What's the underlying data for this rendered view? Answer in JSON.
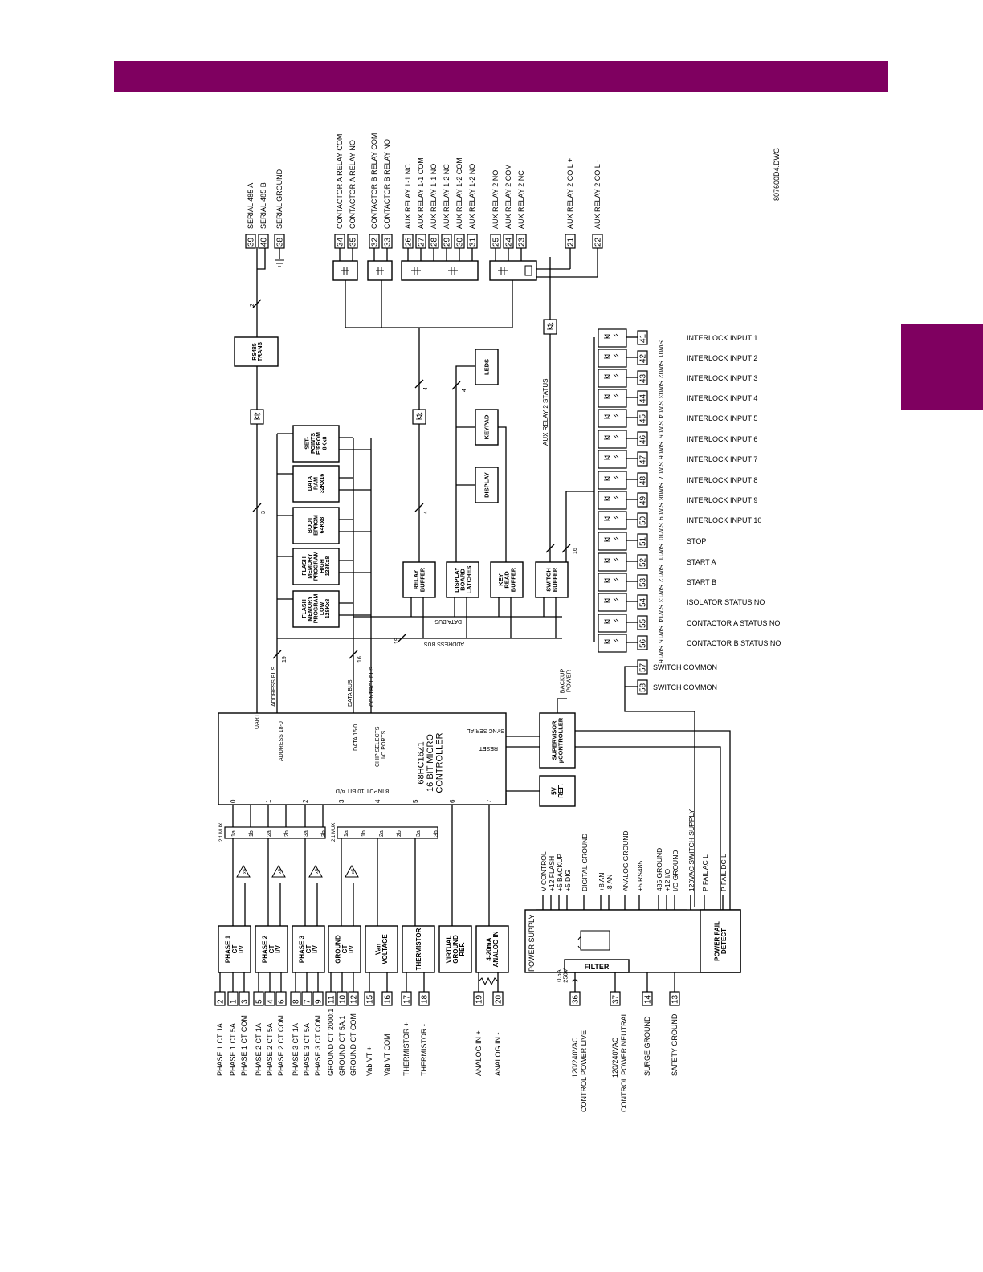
{
  "page": {
    "accent_color": "#7f0060"
  },
  "diagram": {
    "drawing_id": "807600D4.DWG",
    "controller_label": [
      "68HC16Z1",
      "16 BIT MICRO",
      "CONTROLLER"
    ],
    "ad_label": "8 INPUT 10 BIT A/D",
    "ad_channels": [
      "0",
      "1",
      "2",
      "3",
      "4",
      "5",
      "6",
      "7"
    ],
    "controller_pins": [
      "UART",
      "ADDRESS 18-0",
      "DATA 15-0",
      "CHIP SELECTS I/O PORTS",
      "RESET",
      "SYNC SERIAL"
    ],
    "buses": [
      {
        "label": "ADDRESS BUS",
        "width": "19"
      },
      {
        "label": "DATA BUS",
        "width": "16"
      },
      {
        "label": "CONTROL BUS",
        "width": ""
      }
    ],
    "bus_bundle_labels": [
      "DATA BUS",
      "ADDRESS BUS"
    ],
    "memory_blocks": [
      {
        "label": "FLASH MEMORY PROGRAM LOW 128Kx8"
      },
      {
        "label": "FLASH MEMORY PROGRAM HIGH 128Kx8"
      },
      {
        "label": "BOOT EPROM 64Kx8"
      },
      {
        "label": "DATA RAM 32Kx16"
      },
      {
        "label": "SET-POINTS E²PROM 8Kx8"
      }
    ],
    "buffer_blocks": [
      {
        "label": "RELAY BUFFER"
      },
      {
        "label": "DISPLAY BOARD LATCHES"
      },
      {
        "label": "KEY READ BUFFER"
      },
      {
        "label": "SWITCH BUFFER"
      }
    ],
    "ui_blocks": [
      "DISPLAY",
      "KEYPAD",
      "LEDS"
    ],
    "rs485_block": "RS485 TRANS",
    "supervisor_block": "SUPERVISOR µCONTROLLER",
    "ref_block": "5V REF.",
    "backup_power": "BACKUP POWER",
    "aux_status": "AUX RELAY 2 STATUS",
    "bus_counts": {
      "serial": "2",
      "uart": "3",
      "relay": "4",
      "leds": "4",
      "switch": "16",
      "address": "19",
      "data": "16"
    },
    "power_supply": "POWER SUPPLY",
    "power_fail": "POWER FAIL DETECT",
    "filter": "FILTER",
    "fuse": "0.5A 250V",
    "supply_outputs": [
      "V CONTROL",
      "+12 FLASH",
      "+5 BACKUP",
      "+5 DIG",
      "DIGITAL GROUND",
      "+8 AN",
      "-8 AN",
      "ANALOG GROUND",
      "+5 RS485",
      "485 GROUND",
      "+12 I/O",
      "I/O GROUND",
      "120VAC SWITCH SUPPLY",
      "P FAIL AC L",
      "P FAIL DC L"
    ],
    "input_blocks": [
      {
        "label": "PHASE 1 CT I/V"
      },
      {
        "label": "PHASE 2 CT I/V"
      },
      {
        "label": "PHASE 3 CT I/V"
      },
      {
        "label": "GROUND CT I/V"
      },
      {
        "label": "Van VOLTAGE"
      },
      {
        "label": "THERMISTOR"
      },
      {
        "label": "VIRTUAL GROUND REF."
      },
      {
        "label": "4-20mA ANALOG IN"
      }
    ],
    "mux_label": "2:1 MUX",
    "mux1_pins": [
      "1a",
      "1b",
      "2a",
      "2b",
      "3a",
      "3b"
    ],
    "mux2_pins": [
      "1a",
      "1b",
      "2a",
      "2b",
      "3a",
      "3b"
    ],
    "bottom_terminals": [
      {
        "num": "2",
        "label": "PHASE 1 CT 1A"
      },
      {
        "num": "1",
        "label": "PHASE 1 CT 5A"
      },
      {
        "num": "3",
        "label": "PHASE 1 CT COM"
      },
      {
        "num": "5",
        "label": "PHASE 2 CT 1A"
      },
      {
        "num": "4",
        "label": "PHASE 2 CT 5A"
      },
      {
        "num": "6",
        "label": "PHASE 2 CT COM"
      },
      {
        "num": "8",
        "label": "PHASE 3 CT 1A"
      },
      {
        "num": "7",
        "label": "PHASE 3 CT 5A"
      },
      {
        "num": "9",
        "label": "PHASE 3 CT COM"
      },
      {
        "num": "11",
        "label": "GROUND CT 2000:1"
      },
      {
        "num": "10",
        "label": "GROUND CT 5A:1"
      },
      {
        "num": "12",
        "label": "GROUND CT COM"
      },
      {
        "num": "15",
        "label": "Vab VT +"
      },
      {
        "num": "16",
        "label": "Vab VT COM"
      },
      {
        "num": "17",
        "label": "THERMISTOR +"
      },
      {
        "num": "18",
        "label": "THERMISTOR -"
      },
      {
        "num": "19",
        "label": "ANALOG IN +"
      },
      {
        "num": "20",
        "label": "ANALOG IN -"
      },
      {
        "num": "36",
        "label": "120/240VAC CONTROL POWER LIVE"
      },
      {
        "num": "37",
        "label": "120/240VAC CONTROL POWER NEUTRAL"
      },
      {
        "num": "14",
        "label": "SURGE GROUND"
      },
      {
        "num": "13",
        "label": "SAFETY GROUND"
      }
    ],
    "top_terminals": [
      {
        "num": "39",
        "label": "SERIAL 485 A"
      },
      {
        "num": "40",
        "label": "SERIAL 485 B"
      },
      {
        "num": "38",
        "label": "SERIAL GROUND"
      },
      {
        "num": "34",
        "label": "CONTACTOR A RELAY COM"
      },
      {
        "num": "35",
        "label": "CONTACTOR A RELAY NO"
      },
      {
        "num": "32",
        "label": "CONTACTOR B RELAY COM"
      },
      {
        "num": "33",
        "label": "CONTACTOR B RELAY NO"
      },
      {
        "num": "26",
        "label": "AUX RELAY 1-1 NC"
      },
      {
        "num": "27",
        "label": "AUX RELAY 1-1 COM"
      },
      {
        "num": "28",
        "label": "AUX RELAY 1-1 NO"
      },
      {
        "num": "29",
        "label": "AUX RELAY 1-2 NC"
      },
      {
        "num": "30",
        "label": "AUX RELAY 1-2 COM"
      },
      {
        "num": "31",
        "label": "AUX RELAY 1-2 NO"
      },
      {
        "num": "25",
        "label": "AUX RELAY 2 NO"
      },
      {
        "num": "24",
        "label": "AUX RELAY 2 COM"
      },
      {
        "num": "23",
        "label": "AUX RELAY 2 NC"
      },
      {
        "num": "21",
        "label": "AUX RELAY 2 COIL +"
      },
      {
        "num": "22",
        "label": "AUX RELAY 2 COIL -"
      }
    ],
    "switch_inputs": [
      {
        "num": "41",
        "sw": "SW01",
        "label": "INTERLOCK INPUT 1"
      },
      {
        "num": "42",
        "sw": "SW02",
        "label": "INTERLOCK INPUT 2"
      },
      {
        "num": "43",
        "sw": "SW03",
        "label": "INTERLOCK INPUT 3"
      },
      {
        "num": "44",
        "sw": "SW04",
        "label": "INTERLOCK INPUT 4"
      },
      {
        "num": "45",
        "sw": "SW05",
        "label": "INTERLOCK INPUT 5"
      },
      {
        "num": "46",
        "sw": "SW06",
        "label": "INTERLOCK INPUT 6"
      },
      {
        "num": "47",
        "sw": "SW07",
        "label": "INTERLOCK INPUT 7"
      },
      {
        "num": "48",
        "sw": "SW08",
        "label": "INTERLOCK INPUT 8"
      },
      {
        "num": "49",
        "sw": "SW09",
        "label": "INTERLOCK INPUT 9"
      },
      {
        "num": "50",
        "sw": "SW10",
        "label": "INTERLOCK INPUT 10"
      },
      {
        "num": "51",
        "sw": "SW11",
        "label": "STOP"
      },
      {
        "num": "52",
        "sw": "SW12",
        "label": "START A"
      },
      {
        "num": "53",
        "sw": "SW13",
        "label": "START B"
      },
      {
        "num": "54",
        "sw": "SW14",
        "label": "ISOLATOR STATUS NO"
      },
      {
        "num": "55",
        "sw": "SW15",
        "label": "CONTACTOR A STATUS NO"
      },
      {
        "num": "56",
        "sw": "SW16",
        "label": "CONTACTOR B STATUS NO"
      }
    ],
    "switch_commons": [
      {
        "num": "57",
        "label": "SWITCH COMMON"
      },
      {
        "num": "58",
        "label": "SWITCH COMMON"
      }
    ]
  }
}
